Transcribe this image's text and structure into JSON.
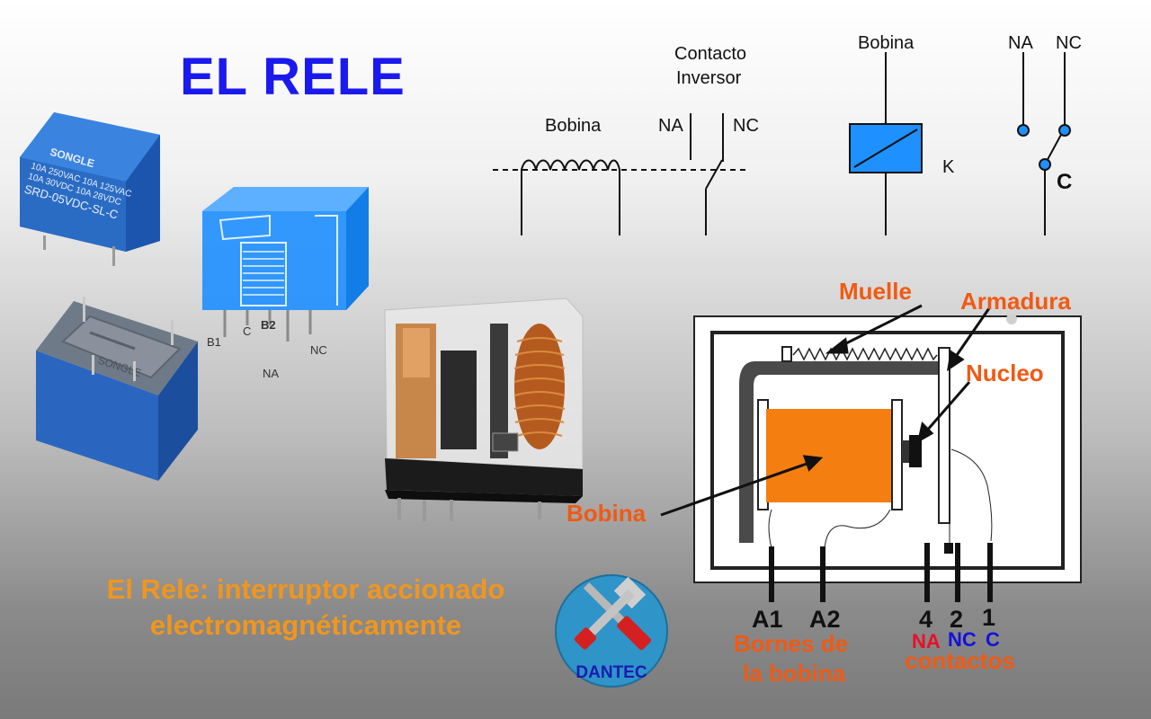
{
  "title": "EL RELE",
  "caption_line1": "El Rele: interruptor accionado",
  "caption_line2": "electromagnéticamente",
  "photo_relay": {
    "brand": "SONGLE",
    "line1": "10A 250VAC  10A 125VAC",
    "line2": "10A 30VDC   10A 28VDC",
    "model": "SRD-05VDC-SL-C",
    "bottom_label": "SONGLE"
  },
  "model_3d_pins": [
    "B1",
    "C",
    "B2",
    "NC",
    "NA"
  ],
  "schematic": {
    "coil_label": "Bobina",
    "contact_title_1": "Contacto",
    "contact_title_2": "Inversor",
    "na": "NA",
    "nc": "NC",
    "symbol_coil_label": "Bobina",
    "k_label": "K",
    "sym_na": "NA",
    "sym_nc": "NC",
    "common": "C"
  },
  "diagram": {
    "muelle": "Muelle",
    "armadura": "Armadura",
    "nucleo": "Nucleo",
    "bobina": "Bobina",
    "a1": "A1",
    "a2": "A2",
    "p4": "4",
    "p2": "2",
    "p1": "1",
    "bornes_1": "Bornes de",
    "bornes_2": "la bobina",
    "na": "NA",
    "nc": "NC",
    "c": "C",
    "contactos": "contactos"
  },
  "logo": {
    "text": "DANTEC"
  },
  "colors": {
    "title": "#1a1aee",
    "caption": "#f0961e",
    "label_orange": "#f05a14",
    "relay_blue": "#2a6cc4",
    "coil_orange": "#f57e10",
    "na_red": "#e8102a",
    "nc_blue": "#1212dd"
  }
}
